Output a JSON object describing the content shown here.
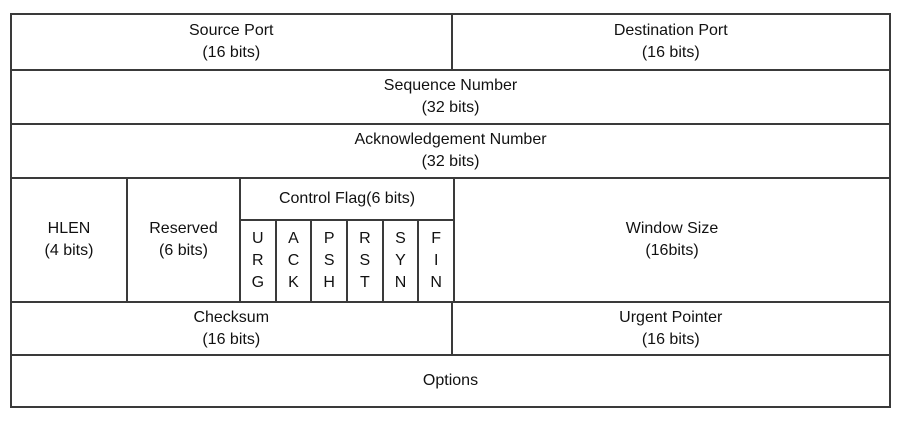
{
  "diagram": {
    "kind": "tcp-header-structure"
  },
  "fields": {
    "source_port": {
      "name": "Source Port",
      "size": "(16 bits)"
    },
    "destination_port": {
      "name": "Destination Port",
      "size": "(16 bits)"
    },
    "sequence_number": {
      "name": "Sequence Number",
      "size": "(32 bits)"
    },
    "acknowledgement_number": {
      "name": "Acknowledgement Number",
      "size": "(32 bits)"
    },
    "hlen": {
      "name": "HLEN",
      "size": "(4 bits)"
    },
    "reserved": {
      "name": "Reserved",
      "size": "(6 bits)"
    },
    "control_flag": {
      "name": "Control Flag(6 bits)",
      "flags": [
        "URG",
        "ACK",
        "PSH",
        "RST",
        "SYN",
        "FIN"
      ]
    },
    "window_size": {
      "name": "Window Size",
      "size": "(16bits)"
    },
    "checksum": {
      "name": "Checksum",
      "size": "(16 bits)"
    },
    "urgent_pointer": {
      "name": "Urgent Pointer",
      "size": "(16 bits)"
    },
    "options": {
      "name": "Options"
    }
  },
  "colors": {
    "border": "#3a3a3a",
    "text": "#111111",
    "background": "#ffffff"
  }
}
